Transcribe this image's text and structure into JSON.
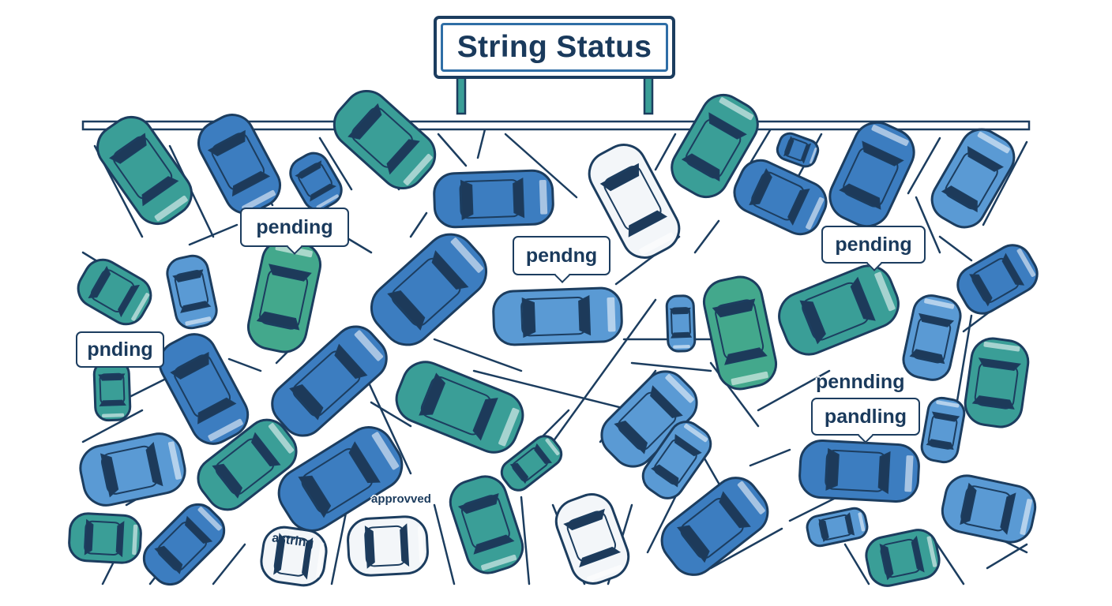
{
  "sign": {
    "title": "String Status"
  },
  "labels": [
    {
      "id": "pending-1",
      "text": "pending"
    },
    {
      "id": "pendng",
      "text": "pendng"
    },
    {
      "id": "pending-2",
      "text": "pending"
    },
    {
      "id": "pnding",
      "text": "pnding"
    },
    {
      "id": "pennding",
      "text": "pennding"
    },
    {
      "id": "pandling",
      "text": "pandling"
    },
    {
      "id": "approvved",
      "text": "approvved"
    },
    {
      "id": "astring",
      "text": "astring"
    }
  ],
  "colors": {
    "outline": "#1c3d5f",
    "teal": "#3a9e97",
    "green_teal": "#43a88c",
    "blue": "#3c7dc0",
    "light_blue": "#5a9ad4",
    "white_car": "#f3f6f9",
    "window": "#1d3a5a"
  }
}
